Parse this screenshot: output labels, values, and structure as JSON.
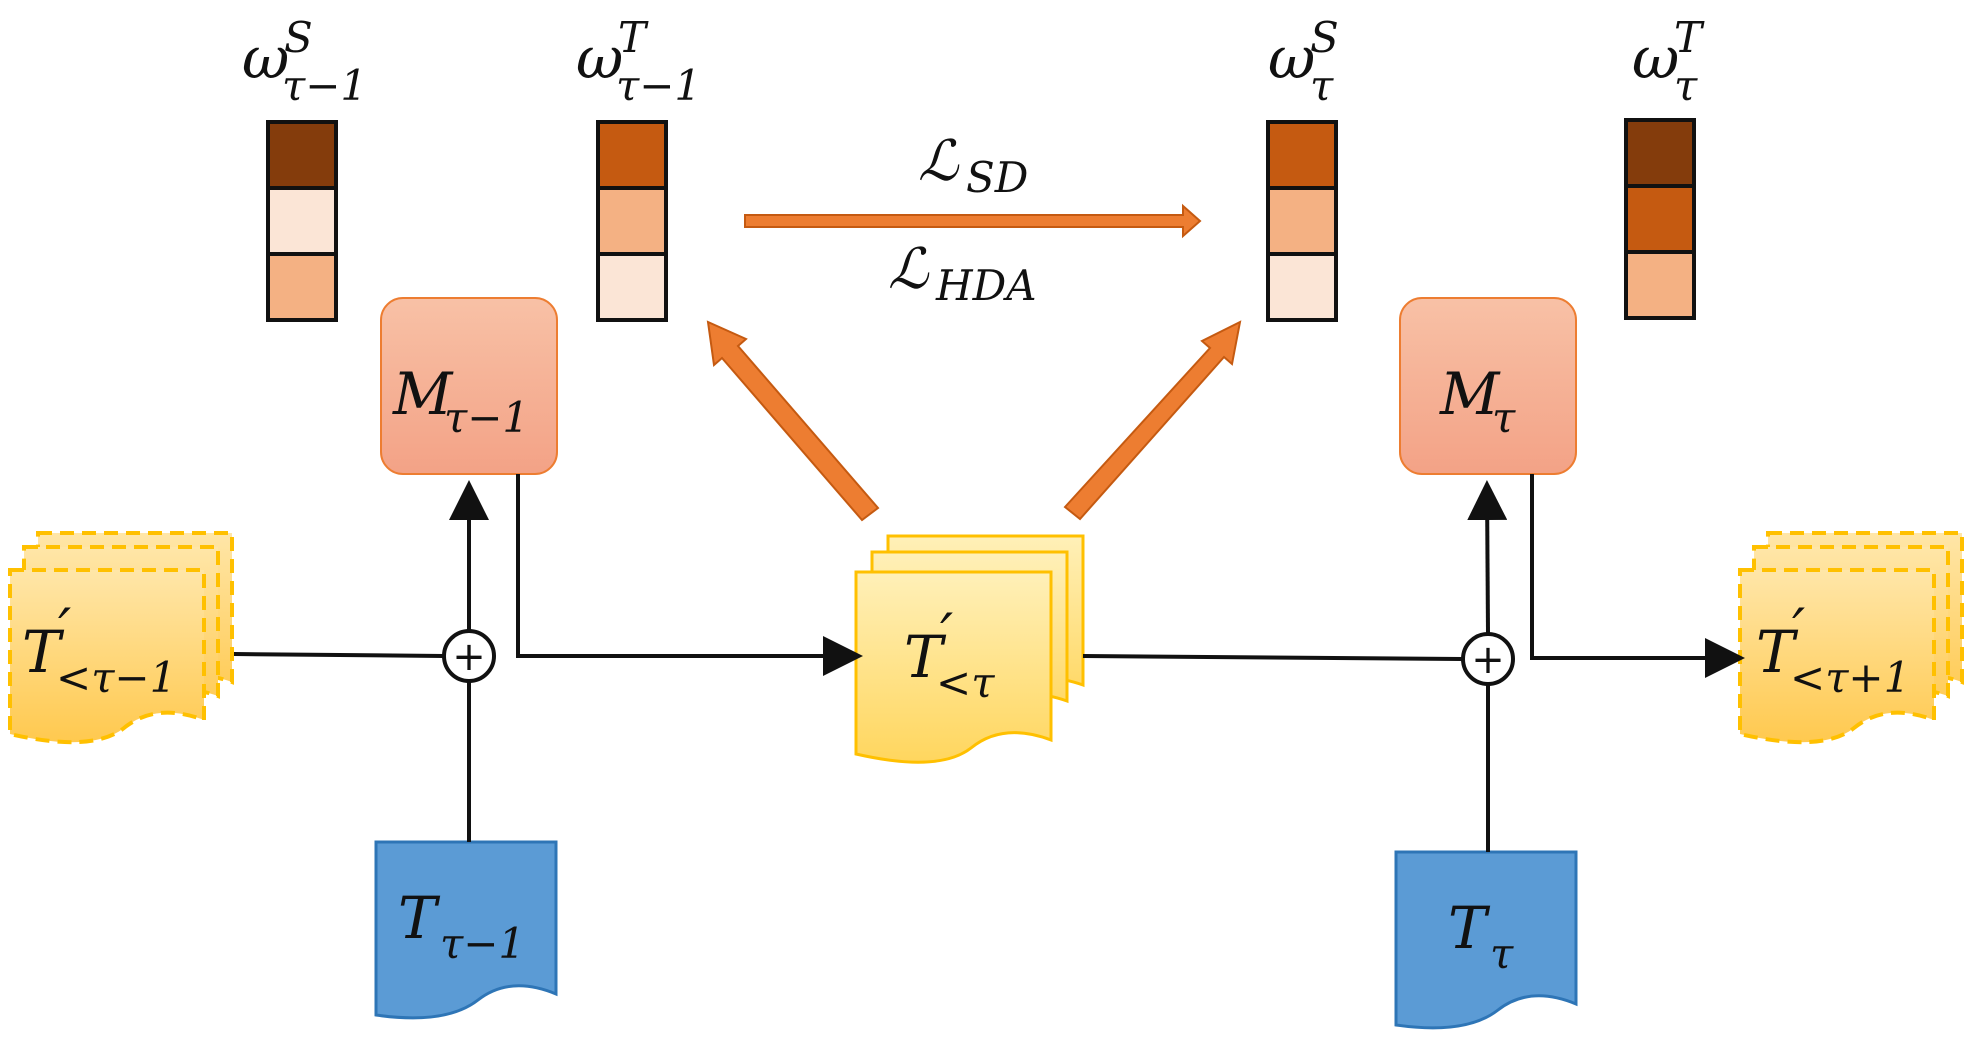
{
  "colors": {
    "dark": "#843c0c",
    "medium": "#c55a11",
    "light": "#f4b183",
    "pale": "#fbe5d6",
    "arrow_orange": "#ed7d31",
    "doc_yellow": "#ffd966",
    "doc_stroke": "#ffc000",
    "task_blue": "#5b9bd5",
    "task_stroke": "#2e75b6",
    "model_fill_top": "#f8cbad",
    "model_fill_bottom": "#f4a582"
  },
  "weights": [
    {
      "base": "ω",
      "sub": "τ−1",
      "sup": "S",
      "cells": [
        "dark",
        "pale",
        "light"
      ]
    },
    {
      "base": "ω",
      "sub": "τ−1",
      "sup": "T",
      "cells": [
        "medium",
        "light",
        "pale"
      ]
    },
    {
      "base": "ω",
      "sub": "τ",
      "sup": "S",
      "cells": [
        "medium",
        "light",
        "pale"
      ]
    },
    {
      "base": "ω",
      "sub": "τ",
      "sup": "T",
      "cells": [
        "dark",
        "medium",
        "light"
      ]
    }
  ],
  "losses": {
    "sd": {
      "base": "ℒ",
      "sub": "SD"
    },
    "hda": {
      "base": "ℒ",
      "sub": "HDA"
    }
  },
  "models": [
    {
      "base": "M",
      "sub": "τ−1"
    },
    {
      "base": "M",
      "sub": "τ"
    }
  ],
  "memories": [
    {
      "base": "T",
      "prime": "′",
      "sub": "<τ−1"
    },
    {
      "base": "T",
      "prime": "′",
      "sub": "<τ"
    },
    {
      "base": "T",
      "prime": "′",
      "sub": "<τ+1"
    }
  ],
  "tasks": [
    {
      "base": "T",
      "sub": "τ−1"
    },
    {
      "base": "T",
      "sub": "τ"
    }
  ],
  "operator": "+"
}
